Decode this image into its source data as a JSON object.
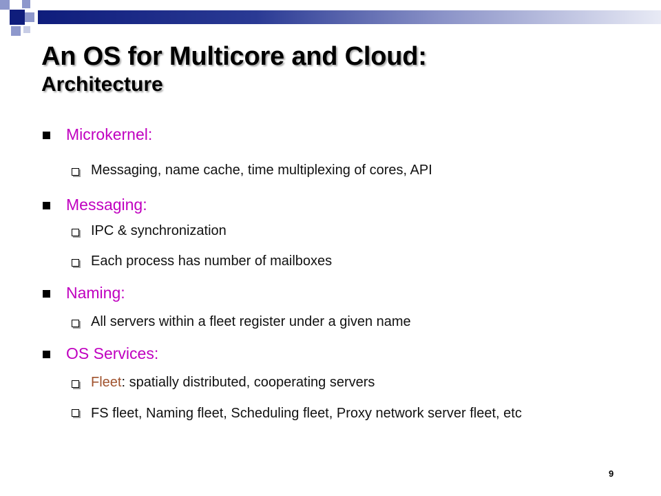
{
  "slide": {
    "title_line1": "An OS for Multicore and Cloud:",
    "title_line2": "Architecture",
    "page_number": "9"
  },
  "colors": {
    "heading_magenta": "#c000c0",
    "fleet_brown": "#a0522d",
    "bar_dark_blue": "#0f1d7c"
  },
  "bullets": [
    {
      "heading": "Microkernel:",
      "subs": [
        "Messaging, name cache, time multiplexing of cores, API"
      ]
    },
    {
      "heading": "Messaging:",
      "subs": [
        "IPC & synchronization",
        "Each process has number of mailboxes"
      ]
    },
    {
      "heading": "Naming:",
      "subs": [
        "All servers within a fleet register under a given name"
      ]
    },
    {
      "heading": "OS Services:",
      "subs": [
        {
          "highlight": "Fleet",
          "rest": ": spatially distributed, cooperating servers"
        },
        "FS fleet, Naming fleet, Scheduling fleet, Proxy network server fleet, etc"
      ]
    }
  ]
}
